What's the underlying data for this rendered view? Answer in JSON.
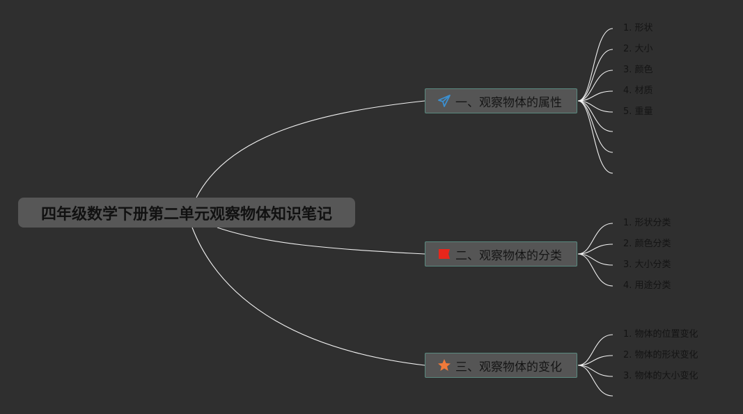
{
  "root": {
    "label": "四年级数学下册第二单元观察物体知识笔记"
  },
  "branches": [
    {
      "label": "一、观察物体的属性",
      "icon": "paper-plane-icon",
      "icon_color": "#3b8fd0",
      "items": [
        "1. 形状",
        "2. 大小",
        "3. 颜色",
        "4. 材质",
        "5. 重量",
        "",
        "",
        ""
      ]
    },
    {
      "label": "二、观察物体的分类",
      "icon": "red-flag-square-icon",
      "icon_color": "#e8261b",
      "items": [
        "1. 形状分类",
        "2. 颜色分类",
        "3. 大小分类",
        "4. 用途分类"
      ]
    },
    {
      "label": "三、观察物体的变化",
      "icon": "star-icon",
      "icon_color": "#f07a3a",
      "items": [
        "1. 物体的位置变化",
        "2. 物体的形状变化",
        "3. 物体的大小变化",
        ""
      ]
    }
  ],
  "colors": {
    "background": "#2f2f2f",
    "line": "#f2f2f2",
    "node_border": "#5a8a80"
  }
}
